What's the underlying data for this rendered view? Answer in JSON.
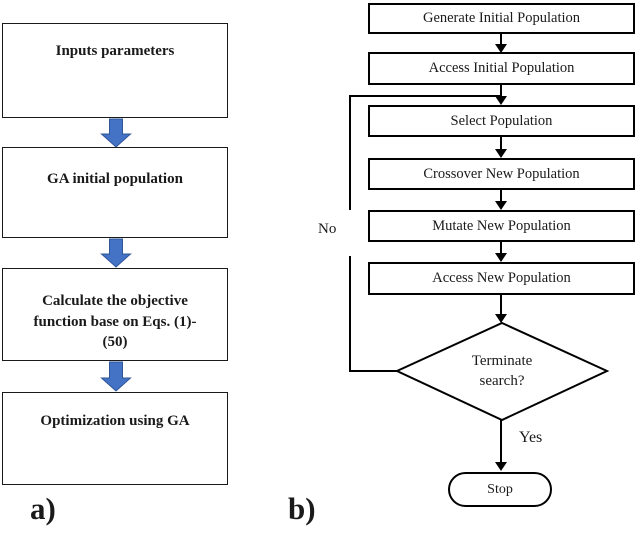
{
  "figure": {
    "panel_a": {
      "label": "a)",
      "arrow_color": "#4472C4",
      "arrow_border": "#2E5597",
      "boxes": [
        {
          "lines": [
            "Inputs parameters"
          ]
        },
        {
          "lines": [
            "GA initial population"
          ]
        },
        {
          "lines": [
            "Calculate the objective",
            "function base on Eqs. (1)-",
            "(50)"
          ]
        },
        {
          "lines": [
            "Optimization using GA"
          ]
        }
      ]
    },
    "panel_b": {
      "label": "b)",
      "line_color": "#000000",
      "boxes": [
        "Generate Initial Population",
        "Access Initial Population",
        "Select Population",
        "Crossover New Population",
        "Mutate New Population",
        "Access New Population"
      ],
      "decision_lines": [
        "Terminate",
        "search?"
      ],
      "terminal": "Stop",
      "no_label": "No",
      "yes_label": "Yes"
    }
  }
}
